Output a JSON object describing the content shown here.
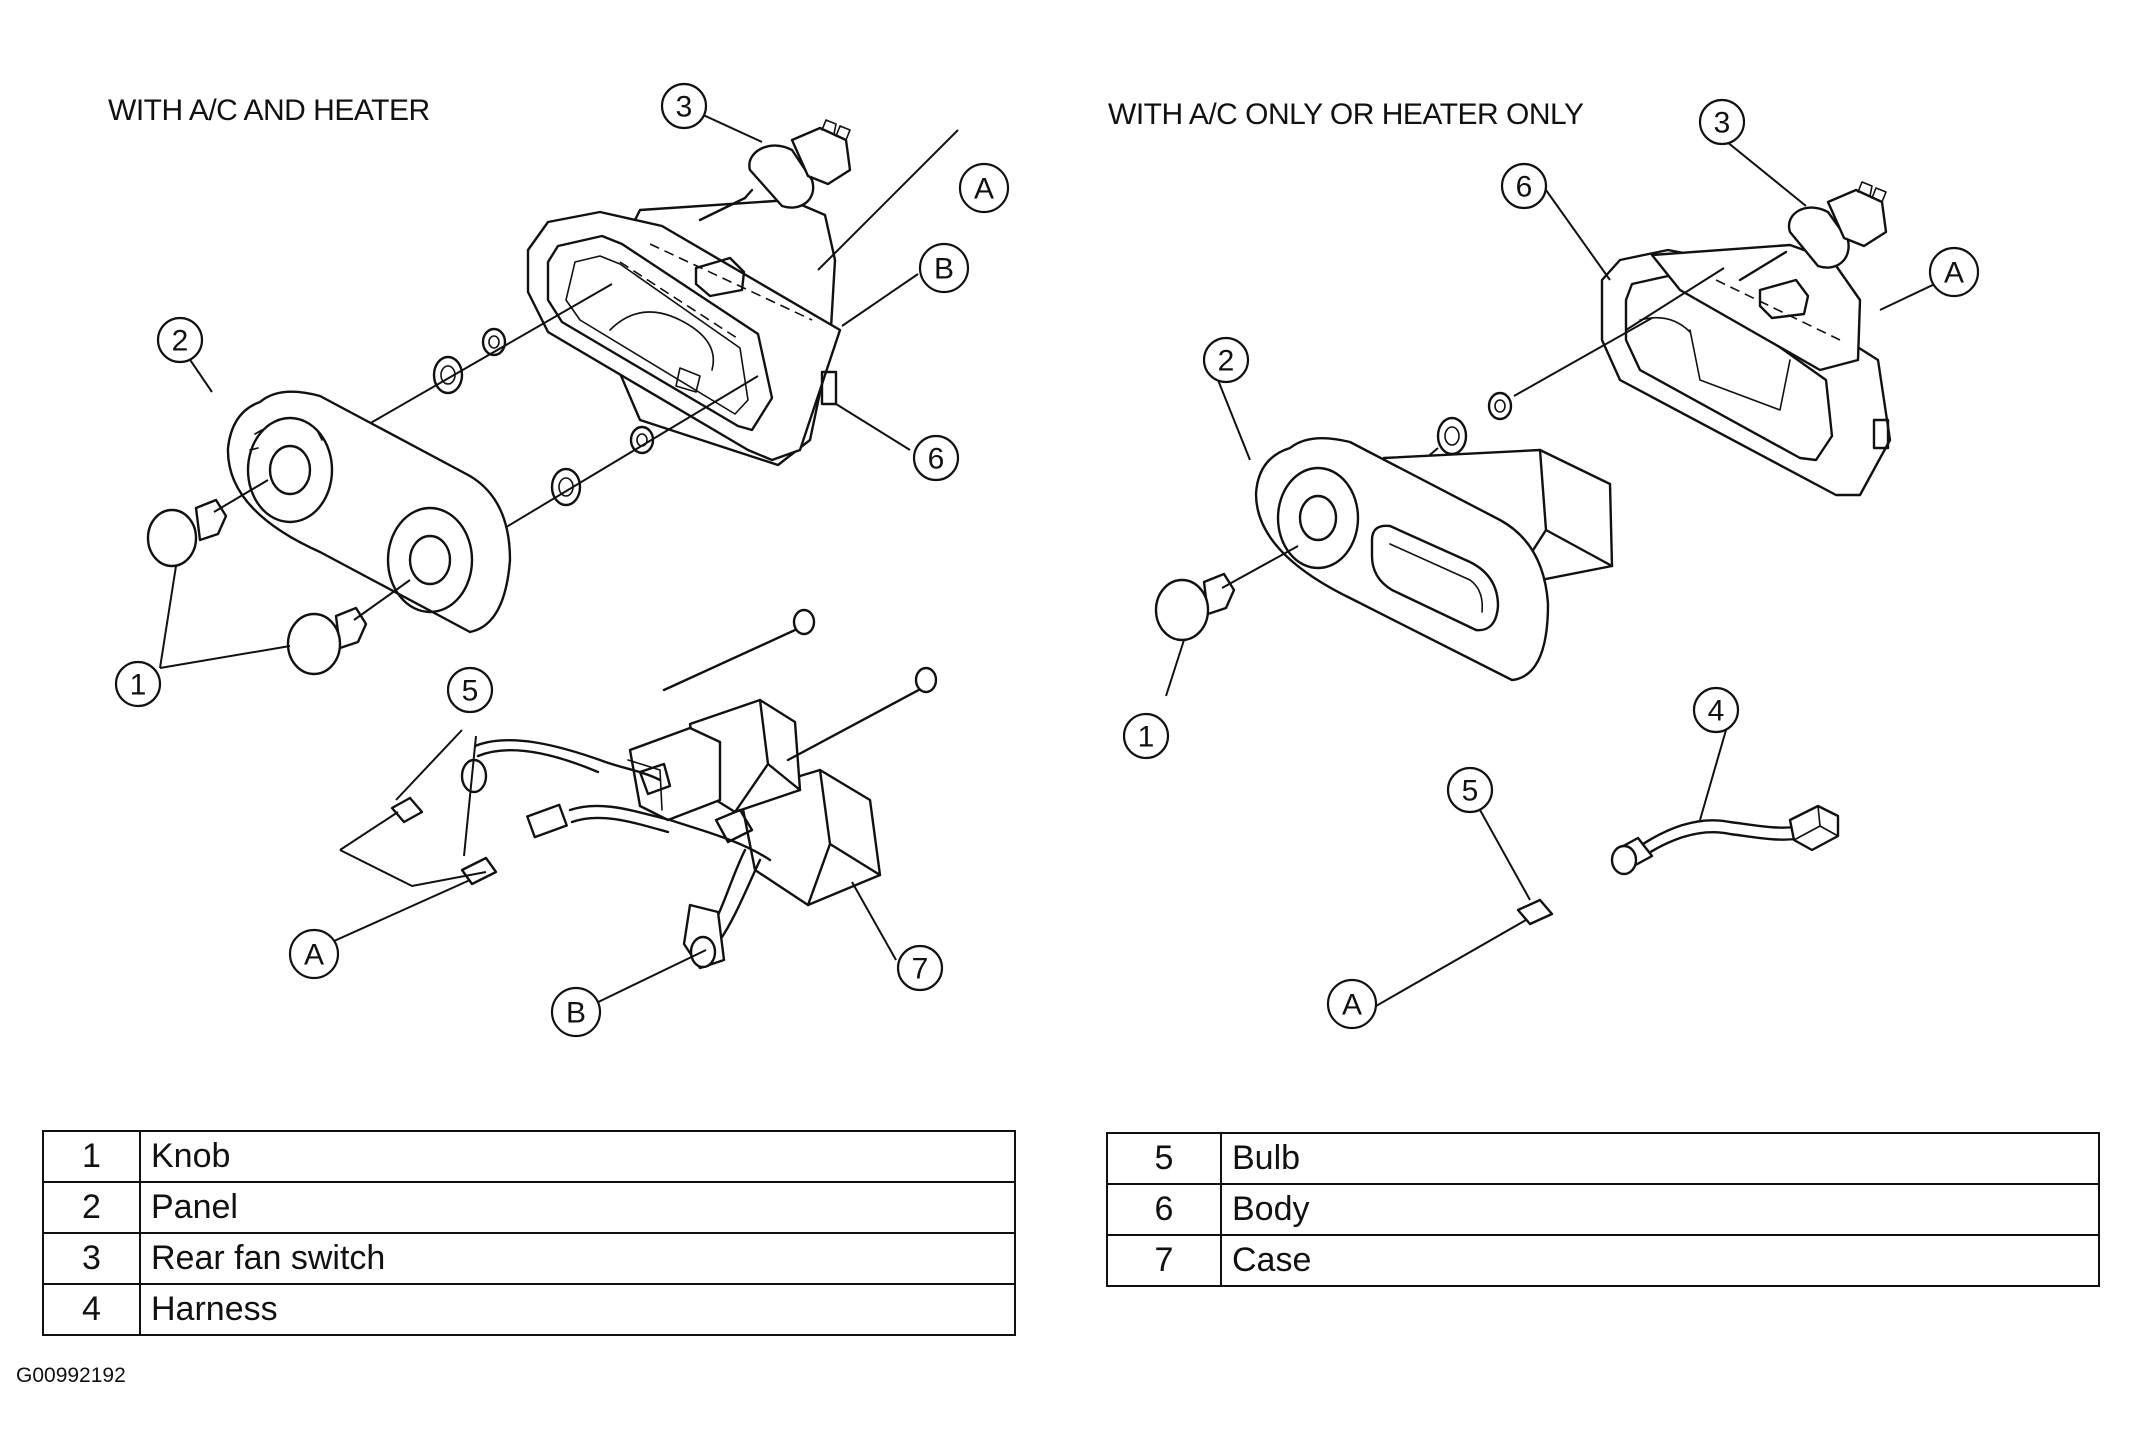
{
  "titles": {
    "left": "WITH A/C AND HEATER",
    "right": "WITH A/C ONLY OR HEATER ONLY"
  },
  "callouts": {
    "n1": "1",
    "n2": "2",
    "n3": "3",
    "n4": "4",
    "n5": "5",
    "n6": "6",
    "n7": "7",
    "a": "A",
    "b": "B"
  },
  "legend_left": [
    {
      "num": "1",
      "name": "Knob"
    },
    {
      "num": "2",
      "name": "Panel"
    },
    {
      "num": "3",
      "name": "Rear fan switch"
    },
    {
      "num": "4",
      "name": "Harness"
    }
  ],
  "legend_right": [
    {
      "num": "5",
      "name": "Bulb"
    },
    {
      "num": "6",
      "name": "Body"
    },
    {
      "num": "7",
      "name": "Case"
    }
  ],
  "figure_id": "G00992192"
}
